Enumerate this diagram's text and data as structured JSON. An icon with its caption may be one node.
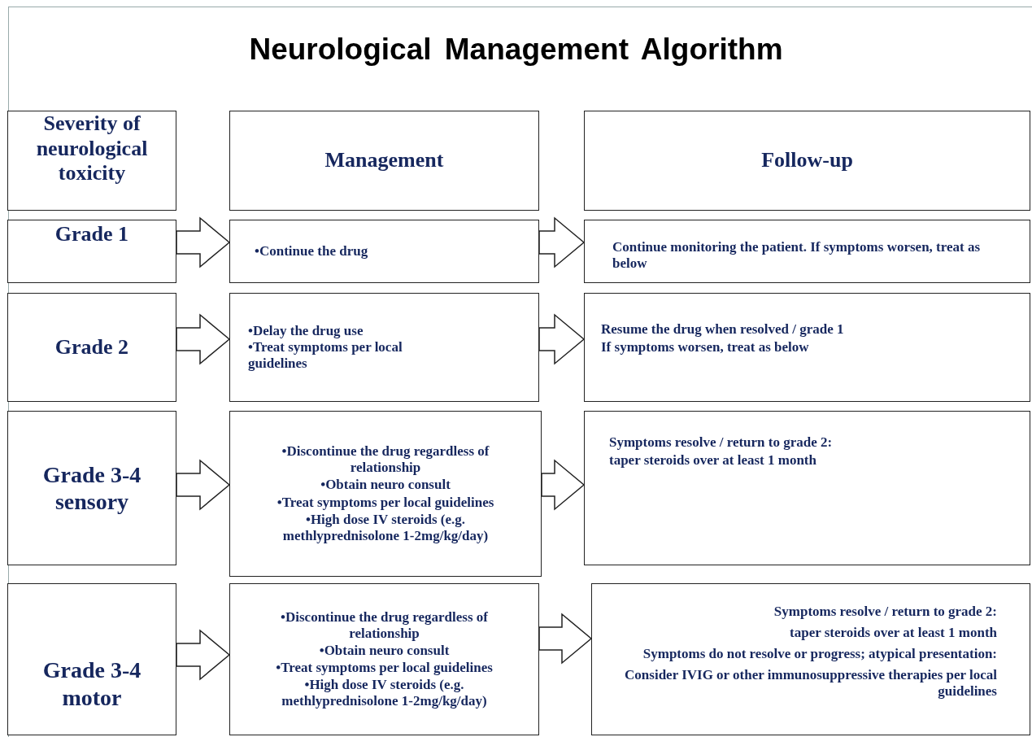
{
  "diagram": {
    "title": "Neurological Management Algorithm",
    "nodes": [
      {
        "text": [
          "Severity of neurological toxicity"
        ]
      },
      {
        "text": [
          "Management"
        ]
      },
      {
        "text": [
          "Follow-up"
        ]
      },
      {
        "text": [
          "Grade 1"
        ]
      },
      {
        "text": [
          "•Continue the drug"
        ]
      },
      {
        "text": [
          "Continue monitoring the patient. If symptoms worsen, treat as below"
        ]
      },
      {
        "text": [
          "Grade 2"
        ]
      },
      {
        "text": [
          "•Delay the drug use",
          "•Treat symptoms per local guidelines"
        ]
      },
      {
        "text": [
          "Resume the drug when resolved / grade 1",
          "If symptoms worsen, treat as below"
        ]
      },
      {
        "text": [
          "Grade 3-4 sensory"
        ]
      },
      {
        "text": [
          "•Discontinue the drug regardless of relationship",
          "•Obtain neuro consult",
          "•Treat symptoms per local guidelines",
          "•High dose IV steroids (e.g. methlyprednisolone 1-2mg/kg/day)"
        ]
      },
      {
        "text": [
          "Symptoms resolve / return to grade 2:",
          "taper steroids over at least 1 month"
        ]
      },
      {
        "text": [
          "Grade 3-4 motor"
        ]
      },
      {
        "text": [
          "•Discontinue the drug regardless of relationship",
          "•Obtain neuro consult",
          "•Treat symptoms per local guidelines",
          "•High dose IV steroids (e.g. methlyprednisolone 1-2mg/kg/day)"
        ]
      },
      {
        "text": [
          "Symptoms resolve / return to grade 2:",
          "taper steroids over at least 1 month",
          "Symptoms do not resolve or progress; atypical presentation:",
          "Consider IVIG or other immunosuppressive therapies per local guidelines"
        ]
      }
    ],
    "edges": [
      {
        "from": 3,
        "to": 4,
        "arrow": "to"
      },
      {
        "from": 4,
        "to": 5,
        "arrow": "to"
      },
      {
        "from": 6,
        "to": 7,
        "arrow": "to"
      },
      {
        "from": 7,
        "to": 8,
        "arrow": "to"
      },
      {
        "from": 9,
        "to": 10,
        "arrow": "to"
      },
      {
        "from": 10,
        "to": 11,
        "arrow": "to"
      },
      {
        "from": 12,
        "to": 13,
        "arrow": "to"
      },
      {
        "from": 13,
        "to": 14,
        "arrow": "to"
      }
    ]
  }
}
